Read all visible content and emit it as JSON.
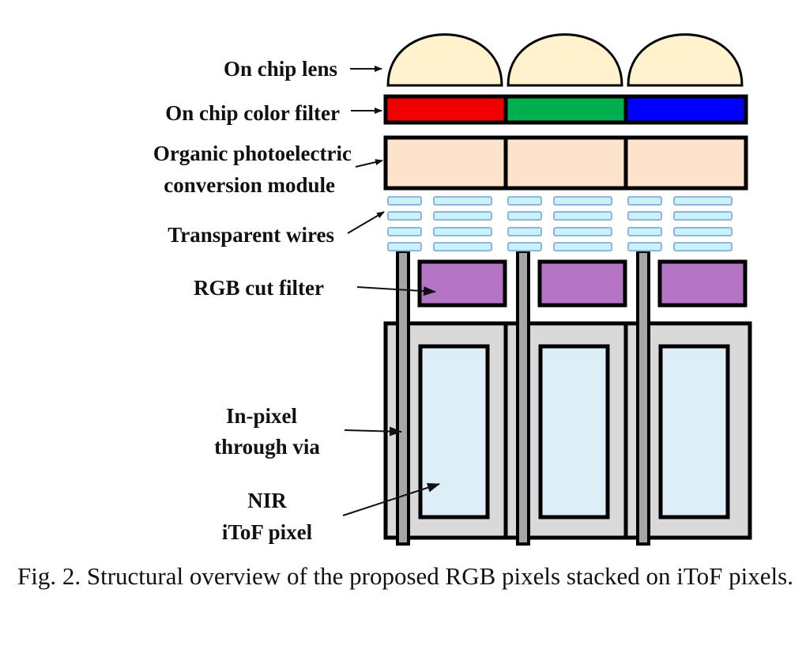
{
  "labels": {
    "lens": "On chip lens",
    "color_filter": "On chip color filter",
    "organic_1": "Organic photoelectric",
    "organic_2": "conversion module",
    "wires": "Transparent wires",
    "cut_filter": "RGB cut filter",
    "via_1": "In-pixel",
    "via_2": "through via",
    "nir_1": "NIR",
    "nir_2": "iToF pixel"
  },
  "pixels": [
    {
      "channel": "R",
      "filter_color": "#f00000"
    },
    {
      "channel": "G",
      "filter_color": "#00b050"
    },
    {
      "channel": "B",
      "filter_color": "#0000ff"
    }
  ],
  "colors": {
    "lens": "#fff2cc",
    "organic": "#fde3cc",
    "wire": "#c9f3fb",
    "wire_edge": "#8db4e2",
    "via": "#a6a6a6",
    "cut_filter": "#b574c6",
    "itof_outer": "#d9d9d9",
    "nir_inner": "#deeef7"
  },
  "caption": "Fig. 2. Structural overview of the proposed RGB pixels stacked on iToF pixels."
}
